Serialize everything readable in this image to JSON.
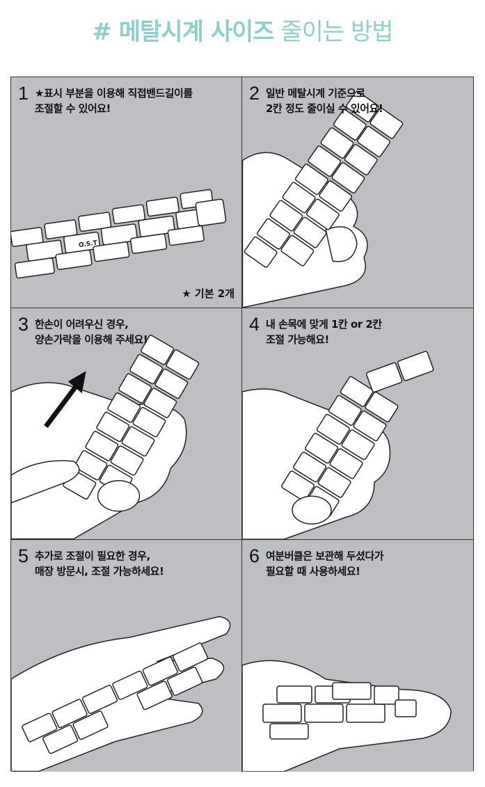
{
  "title": {
    "bold": "# 메탈시계 사이즈",
    "light": "줄이는 방법"
  },
  "logo_text": "O.S.T",
  "steps": [
    {
      "number": "1",
      "lines": [
        "★표시 부분을 이용해 직접밴드길이를",
        "조절할 수 있어요!"
      ],
      "note": "★ 기본 2개"
    },
    {
      "number": "2",
      "lines": [
        "일반 메탈시계 기준으로",
        "2칸 정도 줄이실 수 있어요!"
      ]
    },
    {
      "number": "3",
      "lines": [
        "한손이 어려우신 경우,",
        "양손가락을 이용해 주세요!"
      ]
    },
    {
      "number": "4",
      "lines": [
        "내 손목에 맞게 1칸 or 2칸",
        "조절 가능해요!"
      ]
    },
    {
      "number": "5",
      "lines": [
        "추가로 조절이 필요한 경우,",
        "매장 방문시, 조절 가능하세요!"
      ]
    },
    {
      "number": "6",
      "lines": [
        "여분버클은 보관해 두셨다가",
        "필요할 때 사용하세요!"
      ]
    }
  ],
  "colors": {
    "title": "#8ccfca",
    "panel": "#bebfc3",
    "line": "#333333"
  }
}
